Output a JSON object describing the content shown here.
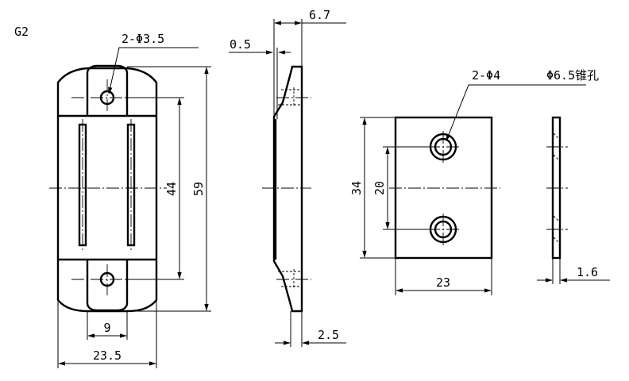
{
  "part_label": "G2",
  "views": {
    "front": {
      "hole_callout": "2-Φ3.5",
      "dim_width": "23.5",
      "dim_hole_spacing_x": "9",
      "dim_slot_length": "44",
      "dim_height": "59"
    },
    "side": {
      "dim_thickness": "6.7",
      "dim_step": "0.5",
      "dim_base": "2.5"
    },
    "plate": {
      "hole_callout": "2-Φ4",
      "countersink_callout": "Φ6.5锥孔",
      "dim_height": "34",
      "dim_hole_spacing": "20",
      "dim_width": "23"
    },
    "plate_side": {
      "dim_thickness": "1.6"
    }
  }
}
